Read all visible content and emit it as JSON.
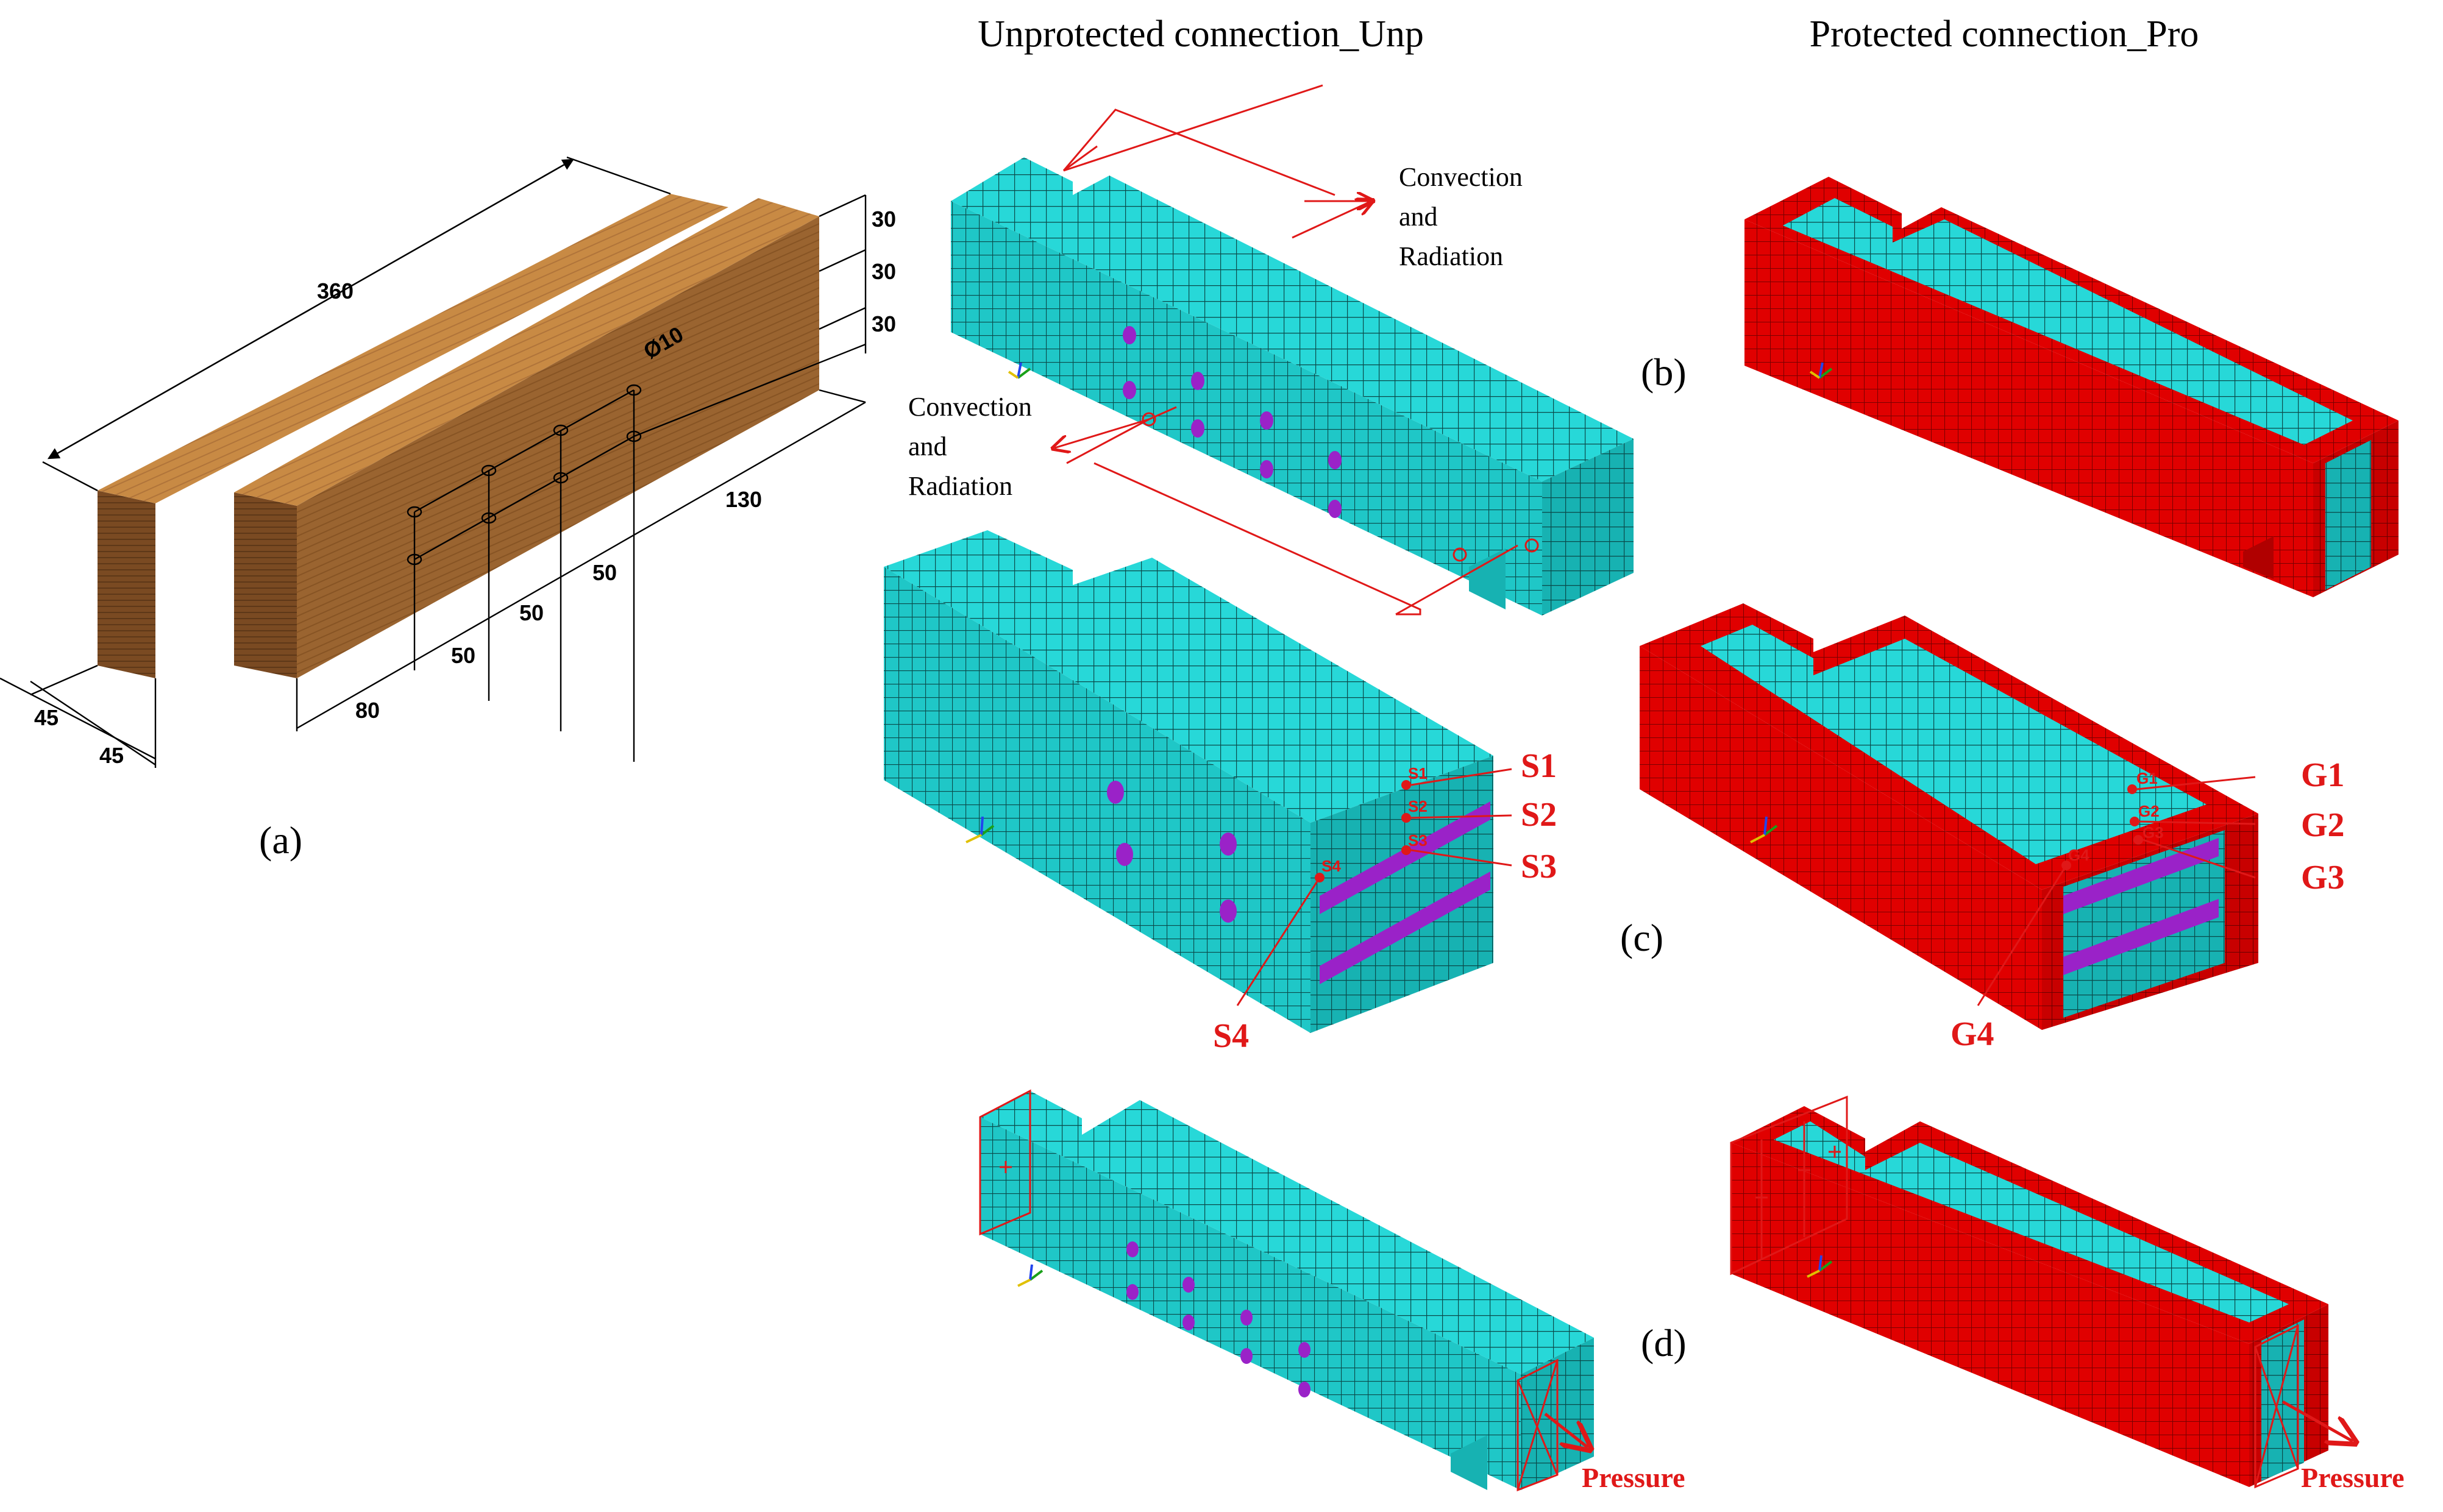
{
  "headers": {
    "left": "Unprotected connection_Unp",
    "right": "Protected connection_Pro"
  },
  "panel_labels": {
    "a": "(a)",
    "b": "(b)",
    "c": "(c)",
    "d": "(d)"
  },
  "dimensions": {
    "length": "360",
    "height_1": "30",
    "height_2": "30",
    "height_3": "30",
    "hole_diameter": "Ø10",
    "end_distance": "130",
    "spacing_1": "50",
    "spacing_2": "50",
    "spacing_3": "50",
    "edge": "80",
    "width_1": "45",
    "width_2": "45"
  },
  "annotations": {
    "convection_top": [
      "Convection",
      "and",
      "Radiation"
    ],
    "convection_left": [
      "Convection",
      "and",
      "Radiation"
    ],
    "pressure_left": "Pressure",
    "pressure_right": "Pressure"
  },
  "sensors_unprotected": {
    "small": [
      "S1",
      "S2",
      "S3",
      "S4"
    ],
    "large": [
      "S1",
      "S2",
      "S3",
      "S4"
    ]
  },
  "sensors_protected": {
    "small": [
      "G1",
      "G2",
      "G3",
      "G4"
    ],
    "large": [
      "G1",
      "G2",
      "G3",
      "G4"
    ]
  },
  "colors": {
    "wood_top": "#c88a44",
    "wood_side": "#9a6430",
    "wood_end": "#7a4a22",
    "mesh_top": "#27d8d8",
    "mesh_side": "#1fc7c7",
    "mesh_end": "#17b2b2",
    "mesh_line": "#0a4a4a",
    "protect_red": "#e00000",
    "protect_red_dark": "#b80000",
    "bolt": "#9a22c8",
    "annotation_red": "#e01818"
  }
}
